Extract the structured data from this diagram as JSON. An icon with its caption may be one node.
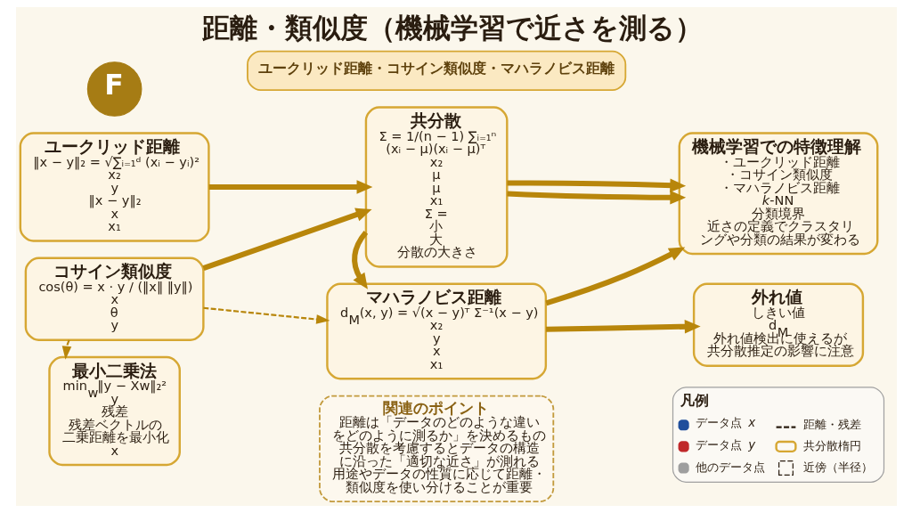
{
  "diagram": {
    "title": "距離・類似度（機械学習で近さを測る）",
    "nodes": [
      {
        "text": [
          "F"
        ]
      },
      {
        "text": [
          "ユークリッド距離・コサイン類似度・マハラノビス距離"
        ]
      },
      {
        "text": [
          "ユークリッド距離",
          "‖x − y‖₂ = √∑ᵢ₌₁ᵈ (xᵢ − yᵢ)²",
          "x₂",
          "y",
          "‖x − y‖₂",
          "x",
          "x₁"
        ]
      },
      {
        "text": [
          "コサイン類似度",
          "cos(θ) = x · y / (‖x‖ ‖y‖)",
          "x",
          "θ",
          "y"
        ]
      },
      {
        "text": [
          "共分散",
          "Σ = 1/(n − 1) ∑ᵢ₌₁ⁿ (xᵢ − μ)(xᵢ − μ)ᵀ",
          "x₂",
          "μ",
          "μ",
          "x₁",
          "Σ =",
          "小",
          "大",
          "分散の大きさ"
        ]
      },
      {
        "text": [
          "機械学習での特徴理解",
          "・ユークリッド距離",
          "・コサイン類似度",
          "・マハラノビス距離",
          "*k*-NN",
          "分類境界",
          "近さの定義でクラスタリングや分類の結果が変わる"
        ]
      },
      {
        "text": [
          "マハラノビス距離",
          "d$_{M}$(x, y) = √(x − y)ᵀ Σ⁻¹(x − y)",
          "x₂",
          "y",
          "x",
          "x₁"
        ]
      },
      {
        "text": [
          "外れ値",
          "しきい値",
          "d$_{M}$",
          "外れ値検出に使えるが共分散推定の影響に注意"
        ]
      },
      {
        "text": [
          "最小二乗法",
          "min$_{w}$‖y − Xw‖₂²",
          "y",
          "残差",
          "残差ベクトルの二乗距離を最小化",
          "x"
        ]
      },
      {
        "text": [
          "関連のポイント",
          "距離は「データのどのような違いをどのように測るか」を決めるもの",
          "共分散を考慮するとデータの構造に沿った「適切な近さ」が測れる",
          "用途やデータの性質に応じて距離・類似度を使い分けることが重要"
        ]
      }
    ],
    "edges": [
      {
        "from": 2,
        "to": 4,
        "arrow": "to"
      },
      {
        "from": 3,
        "to": 4,
        "arrow": "to"
      },
      {
        "from": 4,
        "to": 5,
        "arrow": "to"
      },
      {
        "from": 4,
        "to": 5,
        "arrow": "to"
      },
      {
        "from": 4,
        "to": 6,
        "arrow": "to"
      },
      {
        "from": 6,
        "to": 5,
        "arrow": "to"
      },
      {
        "from": 6,
        "to": 7,
        "arrow": "to"
      },
      {
        "from": 3,
        "to": 6,
        "arrow": "to",
        "style": "dashed"
      },
      {
        "from": 3,
        "to": 8,
        "arrow": "to",
        "style": "dashed"
      }
    ],
    "labels": [
      "凡例"
    ],
    "legend": [
      {
        "text": "データ点 *x*",
        "color": "#1f4e9c"
      },
      {
        "text": "距離・残差"
      },
      {
        "text": "データ点 *y*",
        "color": "#c0282a"
      },
      {
        "text": "共分散楕円"
      },
      {
        "text": "他のデータ点",
        "color": "#9e9e9e"
      },
      {
        "text": "近傍（半径）"
      }
    ]
  }
}
